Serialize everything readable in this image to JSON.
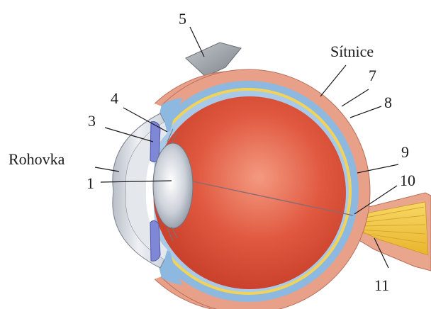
{
  "labels": {
    "l1": "1",
    "l3": "3",
    "l4": "4",
    "l5": "5",
    "l7": "7",
    "l8": "8",
    "l9": "9",
    "l10": "10",
    "l11": "11",
    "cornea": "Rohovka",
    "retina": "Sítnice"
  },
  "colors": {
    "sclera": "#e8a088",
    "choroid": "#8db9e0",
    "retina_layer": "#f2d35a",
    "vitreous": "#d9452f",
    "lens": "#c9ced6",
    "cornea": "#dfe3ea",
    "iris": "#7f88d6",
    "optic_nerve": "#f5c842",
    "muscle": "#9aa0a6"
  }
}
